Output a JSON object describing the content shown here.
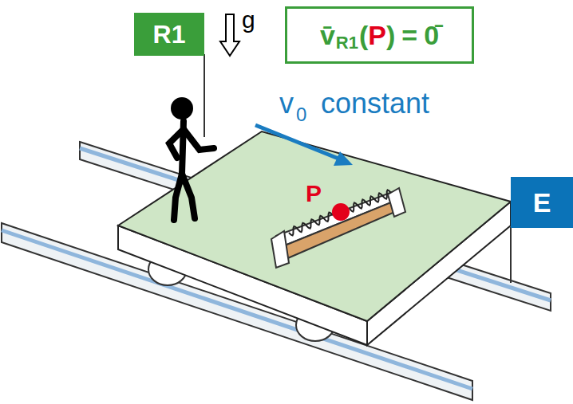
{
  "diagram": {
    "nodes": [
      {
        "text": [
          "R1"
        ]
      },
      {
        "text": [
          "v̄",
          "R1",
          "(",
          "P",
          ")",
          "=",
          "0̄"
        ]
      },
      {
        "text": [
          "E"
        ]
      }
    ],
    "labels": [
      "g",
      "v",
      "0",
      "constant",
      "P"
    ]
  }
}
